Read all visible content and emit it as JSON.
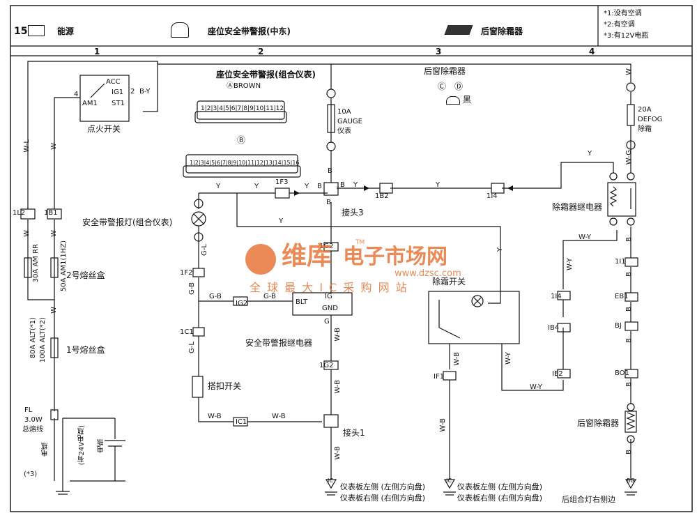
{
  "header": {
    "page_number": "15",
    "power_label": "能源",
    "seat_belt_title": "座位安全带警报(中东)",
    "defogger_title": "后窗除霜器",
    "notes": [
      "*1:没有空调",
      "*2:有空调",
      "*3:有12V电瓶"
    ]
  },
  "columns": [
    "1",
    "2",
    "3",
    "4"
  ],
  "components": {
    "ignition_switch": {
      "name": "点火开关",
      "acc": "ACC",
      "ig1": "IG1",
      "st1": "ST1",
      "am1": "AM1",
      "pin_am1": "4",
      "pin_ig1": "2"
    },
    "seat_belt_warning": "座位安全带警报(组合仪表)",
    "connector_a": "ⒶBROWN",
    "connector_b": "Ⓑ",
    "connector_a_pins": "1|2|3|4|5|6|7|8|9|10|11|12",
    "connector_b_pins": "1|2|3|4|5|6|7|8|9|10|11|12|13|14|15|16",
    "rear_defogger_legend": "后窗除霜器",
    "connector_c": "Ⓒ",
    "connector_d": "Ⓓ",
    "black": "黑",
    "gauge_fuse": [
      "10A",
      "GAUGE",
      "仪表"
    ],
    "defog_fuse": [
      "20A",
      "DEFOG",
      "除霜"
    ],
    "warning_lamp": "安全带警报灯(组合仪表)",
    "junction3": "接头3",
    "junction1": "接头1",
    "defog_relay": "除霜器继电器",
    "defog_switch": "除霜开关",
    "belt_relay": "安全带警报继电器",
    "relay_pins": {
      "blt": "BLT",
      "ig": "IG",
      "gnd": "GND",
      "g": "G"
    },
    "buckle_switch": "搭扣开关",
    "fuse_box_2": "2号熔丝盒",
    "fuse_box_1": "1号熔丝盒",
    "fuse_am_rr": "30A AM RR",
    "fuse_am1": "50A AM1(1HZ)",
    "fuse_alt1": "80A ALT(*1)",
    "fuse_alt2": "100A ALT(*2)",
    "fusible_link": [
      "FL",
      "3.0W",
      "总熔线"
    ],
    "battery": "电瓶",
    "battery_24v": "(有24V电瓶)",
    "battery2": "电瓶",
    "star3": "(*3)",
    "rear_defogger": "后窗除霜器",
    "ground_ic_a": [
      "仪表板左侧 (左侧方向盘)",
      "仪表板右侧 (右侧方向盘)"
    ],
    "ground_ic_b": [
      "仪表板左侧 (左侧方向盘)",
      "仪表板右侧 (右侧方向盘)"
    ],
    "ground_bg": "后组合灯右侧边",
    "ground_codes": {
      "ic1": "IC",
      "ic2": "IC",
      "bg": "BG"
    }
  },
  "connectors": {
    "c_1l2": "1L2",
    "c_1b1": "1B1",
    "c_1f3": "1F3",
    "c_1b2": "1B2",
    "c_1i4": "1I4",
    "c_1g2": "1G2",
    "c_1f2": "1F2",
    "c_1c1": "1C1",
    "c_ig2": "IG2",
    "c_1i1": "1I1",
    "c_eb1": "EB1",
    "c_bj": "BJ",
    "c_bo1": "BO1",
    "c_ib4": "IB4",
    "c_ie2": "IE2",
    "c_if1": "IF1",
    "c_1c1b": "IC1"
  },
  "wire_colors": {
    "w_l": "W-L",
    "w": "W",
    "b_y": "B-Y",
    "y": "Y",
    "b": "B",
    "g_l": "G-L",
    "g_b": "G-B",
    "w_b": "W-B",
    "w_y": "W-Y",
    "w_g": "W-G",
    "g": "G"
  },
  "watermark": {
    "brand": "维库",
    "site": "电子市场网",
    "url": "www.dzsc.com",
    "tm": "TM",
    "tagline": "全 球 最 大 I C 采 购 网 站"
  }
}
